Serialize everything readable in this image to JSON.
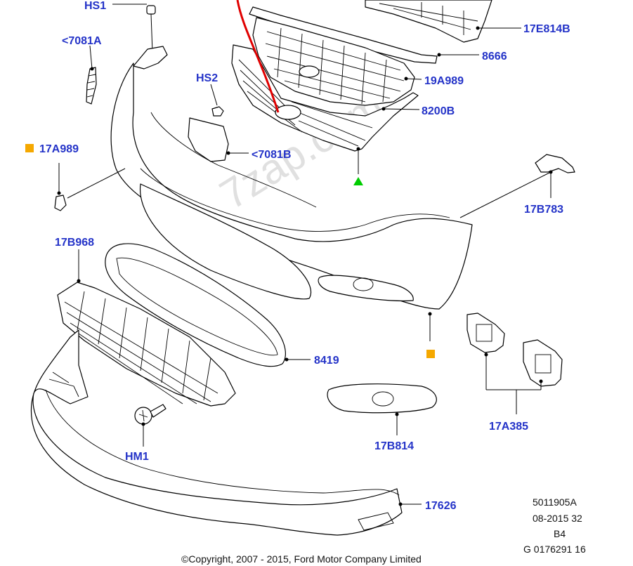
{
  "callouts": {
    "hs1": "HS1",
    "c7081a": "<7081A",
    "c17e814b": "17E814B",
    "c8666": "8666",
    "c19a989": "19A989",
    "hs2": "HS2",
    "c8200b": "8200B",
    "c17a989": "17A989",
    "c7081b": "<7081B",
    "c17b783": "17B783",
    "c17b968": "17B968",
    "c8419": "8419",
    "c17a385": "17A385",
    "c17b814": "17B814",
    "hm1": "HM1",
    "c17626": "17626"
  },
  "reference": {
    "line1": "5011905A",
    "line2": "08-2015 32",
    "line3": "B4",
    "line4": "G 0176291 16"
  },
  "copyright": "©Copyright, 2007 - 2015, Ford Motor Company Limited",
  "watermark": "7zap.com",
  "colors": {
    "callout_text": "#2433c8",
    "marker_orange": "#f5a800",
    "marker_green": "#00cc00",
    "red_line": "#e00000"
  }
}
